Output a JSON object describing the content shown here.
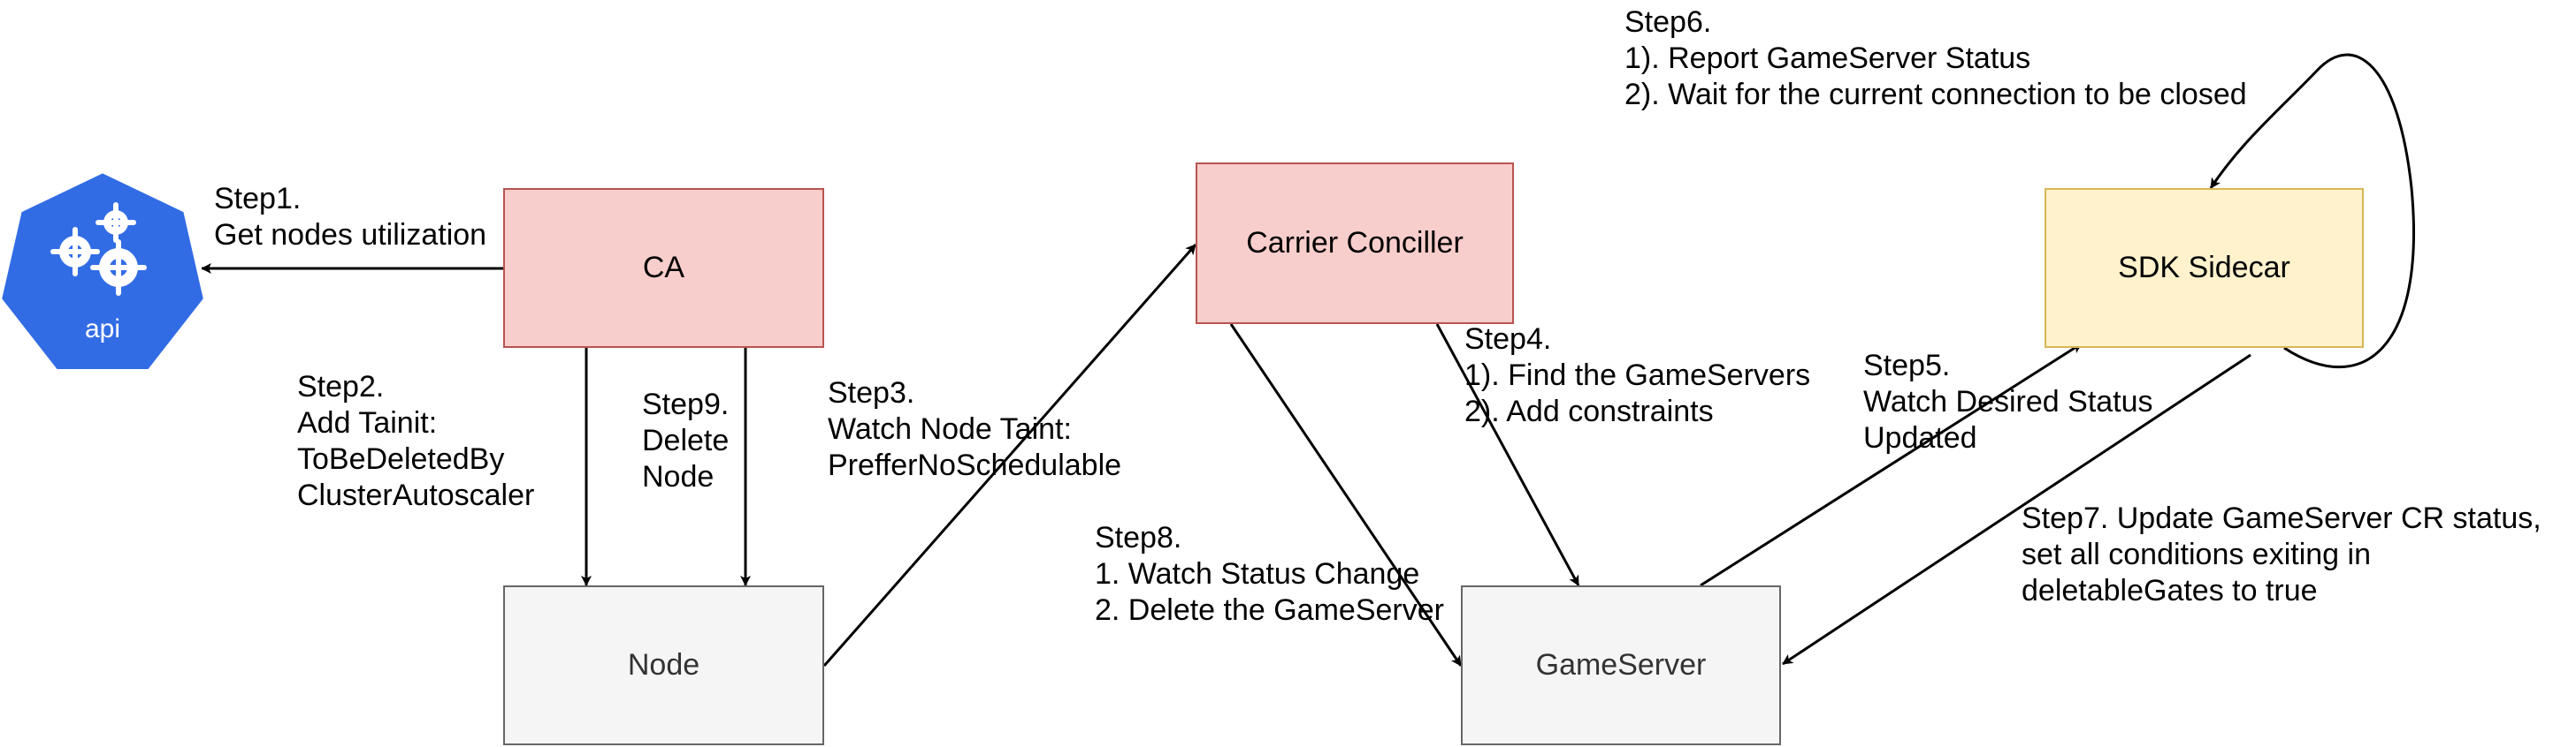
{
  "nodes": {
    "api": {
      "label": "api"
    },
    "ca": {
      "label": "CA",
      "fill": "#f8cecc",
      "stroke": "#b85450"
    },
    "carrier": {
      "label": "Carrier Conciller",
      "fill": "#f8cecc",
      "stroke": "#b85450"
    },
    "sdk": {
      "label": "SDK Sidecar",
      "fill": "#fff2cc",
      "stroke": "#d6b656"
    },
    "node": {
      "label": "Node",
      "fill": "#f5f5f5",
      "stroke": "#666666"
    },
    "gameserver": {
      "label": "GameServer",
      "fill": "#f5f5f5",
      "stroke": "#666666"
    }
  },
  "colors": {
    "k8s_blue": "#326ce5",
    "edge": "#000000"
  },
  "icons": {
    "api": "kubernetes-api-icon"
  },
  "steps": {
    "step1": [
      "Step1.",
      "Get nodes utilization"
    ],
    "step2": [
      "Step2.",
      "Add Tainit:",
      "ToBeDeletedBy",
      "ClusterAutoscaler"
    ],
    "step9": [
      "Step9.",
      "Delete",
      "Node"
    ],
    "step3": [
      "Step3.",
      "Watch Node Taint:",
      "PrefferNoSchedulable"
    ],
    "step4": [
      "Step4.",
      "1). Find the GameServers",
      "2). Add constraints"
    ],
    "step5": [
      "Step5.",
      "Watch Desired Status",
      "Updated"
    ],
    "step6": [
      "Step6.",
      "1). Report GameServer Status",
      "2). Wait for the current connection to be closed"
    ],
    "step7": [
      "Step7. Update GameServer CR status,",
      "set all conditions exiting in",
      "deletableGates to true"
    ],
    "step8": [
      "Step8.",
      "1. Watch Status Change",
      "2. Delete the GameServer"
    ]
  }
}
